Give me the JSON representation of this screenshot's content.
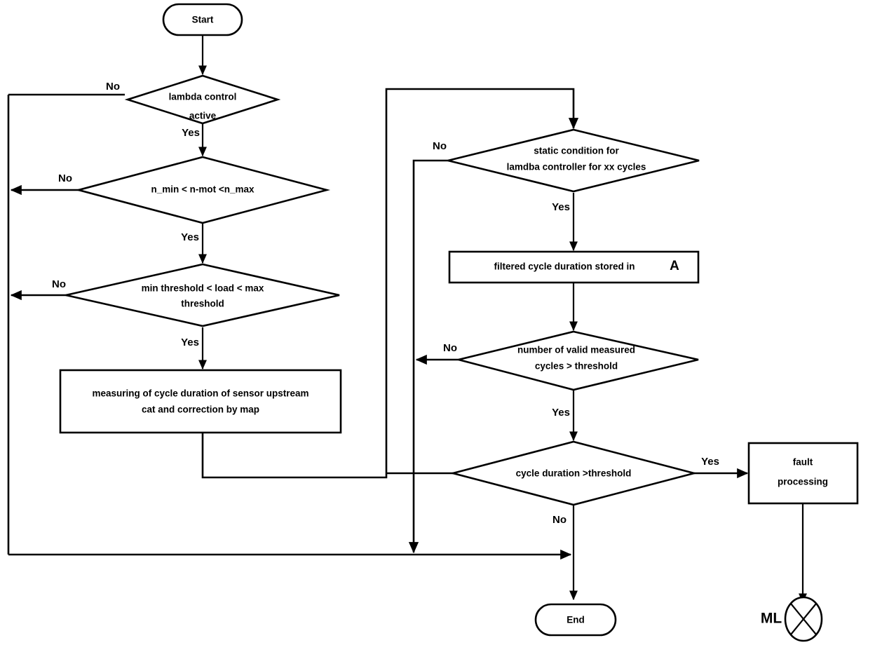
{
  "diagram": {
    "title": "lambda sensor cycle duration diagnostic flowchart",
    "type": "flowchart",
    "colors": {
      "stroke": "#000000",
      "fill": "#ffffff",
      "text": "#000000"
    },
    "nodes": {
      "start": {
        "label": "Start",
        "shape": "terminator"
      },
      "lambda_active": {
        "line1": "lambda control",
        "line2": "active",
        "shape": "decision"
      },
      "speed_range": {
        "line1": "n_min < n-mot <n_max",
        "shape": "decision"
      },
      "load_range": {
        "line1": "min threshold < load < max",
        "line2": "threshold",
        "shape": "decision"
      },
      "measure": {
        "line1": "measuring of cycle duration of sensor upstream",
        "line2": "cat and correction by map",
        "shape": "process"
      },
      "static_cond": {
        "line1": "static condition for",
        "line2": "lamdba controller for xx cycles",
        "shape": "decision"
      },
      "store_a": {
        "line1": "filtered cycle duration stored in",
        "accent": "A",
        "shape": "process"
      },
      "valid_cycles": {
        "line1": "number of valid measured",
        "line2": "cycles > threshold",
        "shape": "decision"
      },
      "cycle_dur": {
        "line1": "cycle duration  >threshold",
        "shape": "decision"
      },
      "fault": {
        "line1": "fault",
        "line2": "processing",
        "shape": "process"
      },
      "end": {
        "label": "End",
        "shape": "terminator"
      },
      "ml": {
        "label": "ML",
        "shape": "lamp-indicator"
      }
    },
    "edge_labels": {
      "lambda_no": "No",
      "lambda_yes": "Yes",
      "speed_no": "No",
      "speed_yes": "Yes",
      "load_no": "No",
      "load_yes": "Yes",
      "static_no": "No",
      "static_yes": "Yes",
      "valid_no": "No",
      "valid_yes": "Yes",
      "cycle_yes": "Yes",
      "cycle_no": "No"
    }
  }
}
